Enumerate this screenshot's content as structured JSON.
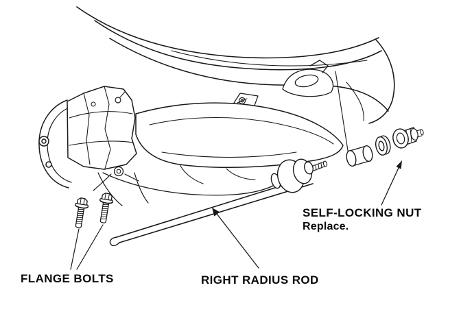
{
  "figure": {
    "labels": {
      "flange_bolts": "FLANGE BOLTS",
      "right_radius_rod": "RIGHT RADIUS ROD",
      "self_locking_nut": "SELF-LOCKING NUT",
      "self_locking_nut_note": "Replace."
    },
    "colors": {
      "background": "#ffffff",
      "ink": "#1a1a1a"
    }
  }
}
